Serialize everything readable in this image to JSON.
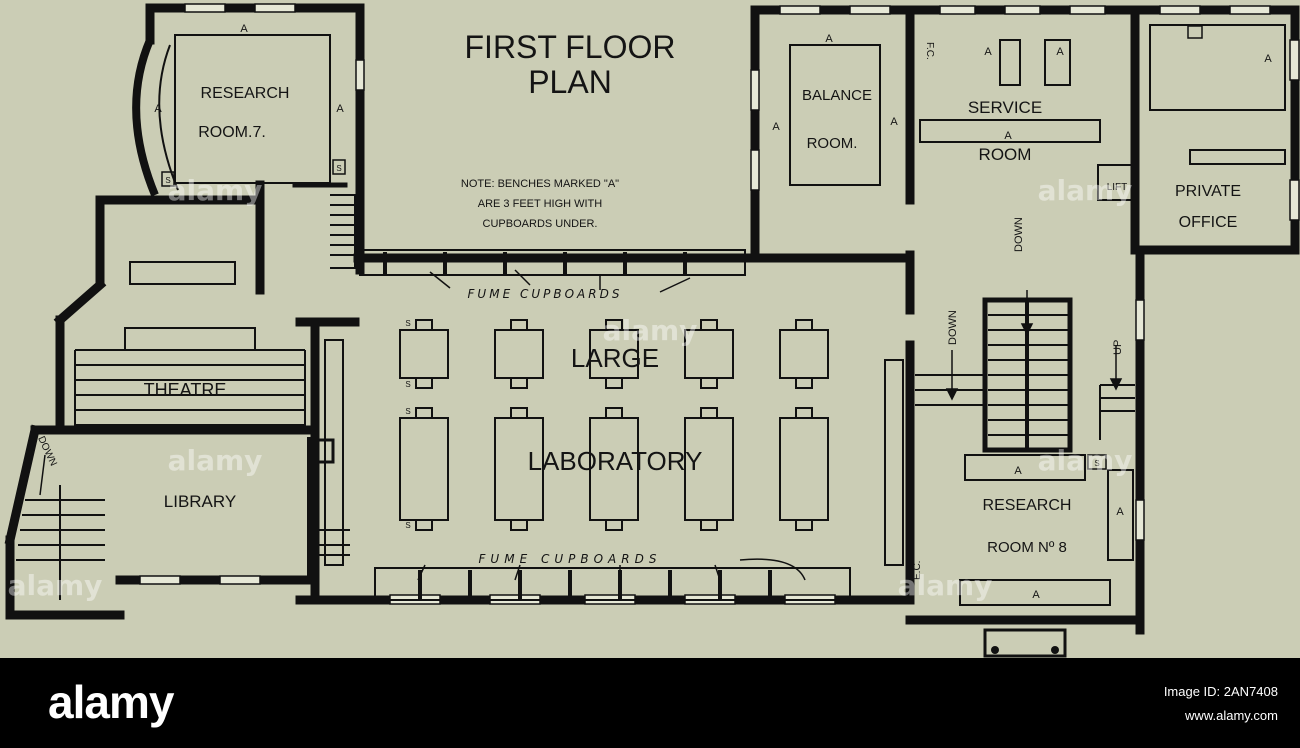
{
  "plan": {
    "title_line1": "FIRST FLOOR",
    "title_line2": "PLAN",
    "note_line1": "NOTE: BENCHES MARKED \"A\"",
    "note_line2": "ARE 3 FEET HIGH WITH",
    "note_line3": "CUPBOARDS UNDER.",
    "bench_marker": "A",
    "sink_marker": "S",
    "rooms": {
      "research7_line1": "RESEARCH",
      "research7_line2": "ROOM.7.",
      "balance_line1": "BALANCE",
      "balance_line2": "ROOM.",
      "service_line1": "SERVICE",
      "service_line2": "ROOM",
      "private_line1": "PRIVATE",
      "private_line2": "OFFICE",
      "lift": "LIFT",
      "large_lab_line1": "LARGE",
      "large_lab_line2": "LABORATORY",
      "theatre": "THEATRE",
      "library": "LIBRARY",
      "research8_line1": "RESEARCH",
      "research8_line2": "ROOM Nº 8",
      "fc": "F.C.",
      "ec": "E.C."
    },
    "fume_cupboards_top": "FUME CUPBOARDS",
    "fume_cupboards_bottom": "FUME CUPBOARDS",
    "stairs": {
      "down": "DOWN",
      "up": "UP"
    }
  },
  "watermark": {
    "text": "alamy"
  },
  "footer": {
    "logo": "alamy",
    "image_id": "Image ID: 2AN7408",
    "url": "www.alamy.com"
  }
}
